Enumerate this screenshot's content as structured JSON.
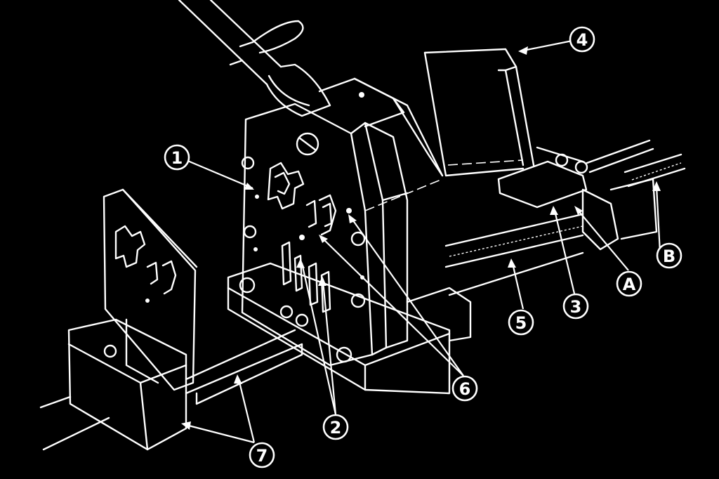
{
  "callouts": {
    "c1": "1",
    "c2": "2",
    "c3": "3",
    "c4": "4",
    "c5": "5",
    "c6": "6",
    "c7": "7",
    "cA": "A",
    "cB": "B"
  },
  "colors": {
    "background": "#000000",
    "linework": "#ffffff"
  }
}
